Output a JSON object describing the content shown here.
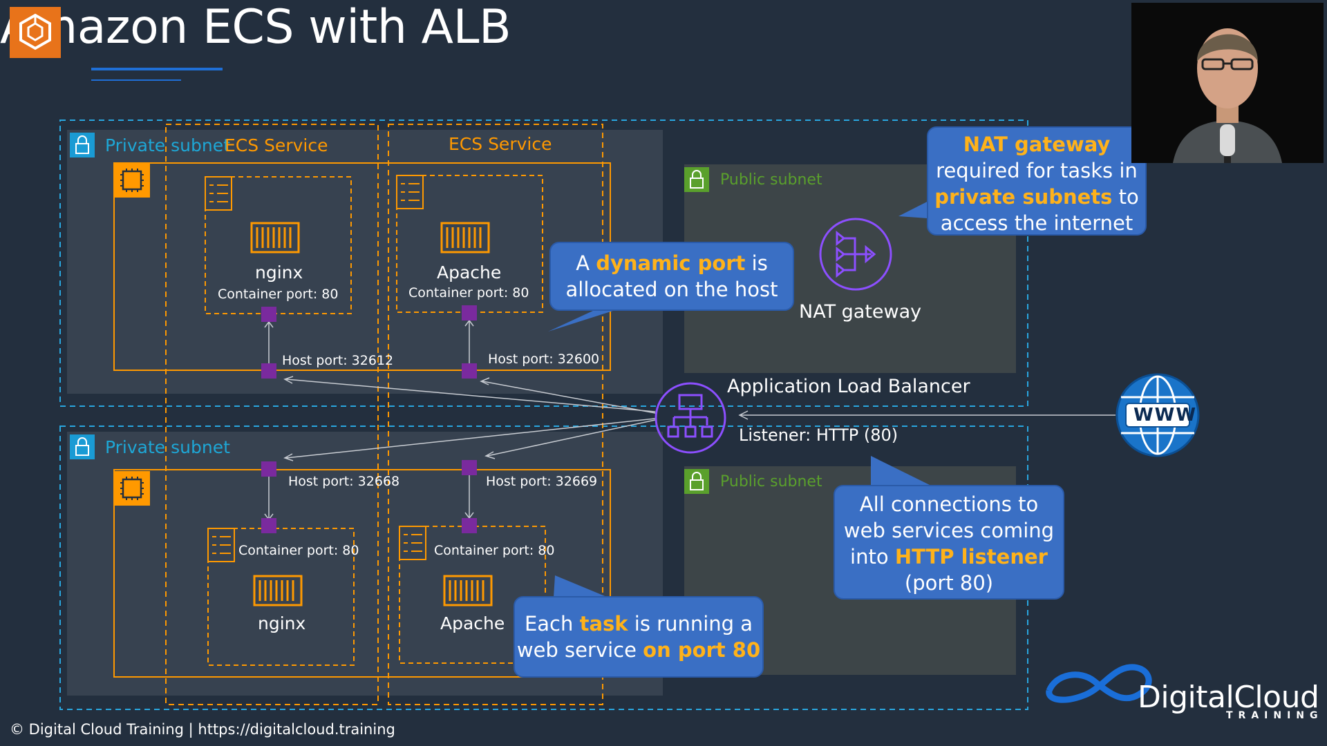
{
  "slide": {
    "title": "Amazon ECS with ALB",
    "footer": "© Digital Cloud Training  | https://digitalcloud.training"
  },
  "brand": {
    "name": "DigitalCloud",
    "tagline": "TRAINING"
  },
  "colors": {
    "background": "#232f3e",
    "orange": "#ff9900",
    "cyan": "#1ea7d6",
    "green": "#5aa02c",
    "purple": "#8c4fff",
    "callout": "#3a6fc4",
    "highlight": "#ffb21a"
  },
  "diagram": {
    "private_subnet_label": "Private subnet",
    "public_subnet_label": "Public subnet",
    "ecs_service_label": "ECS Service",
    "nat_gateway_label": "NAT gateway",
    "alb_label": "Application Load Balancer",
    "listener_label": "Listener: HTTP (80)",
    "www_label": "WWW",
    "tasks": {
      "top_left": {
        "name": "nginx",
        "container_port": "Container port: 80",
        "host_port": "Host port: 32612"
      },
      "top_right": {
        "name": "Apache",
        "container_port": "Container port: 80",
        "host_port": "Host port: 32600"
      },
      "bottom_left": {
        "name": "nginx",
        "container_port": "Container port: 80",
        "host_port": "Host port: 32668"
      },
      "bottom_right": {
        "name": "Apache",
        "container_port": "Container port: 80",
        "host_port": "Host port: 32669"
      }
    }
  },
  "callouts": {
    "nat": {
      "l1": "NAT gateway",
      "l2": "required for tasks in",
      "l3a": "private subnets",
      "l3b": " to",
      "l4": "access the internet"
    },
    "dynamic": {
      "l1a": "A ",
      "l1b": "dynamic port",
      "l1c": " is",
      "l2": "allocated on the host"
    },
    "connections": {
      "l1": "All connections to",
      "l2": "web services coming",
      "l3a": "into ",
      "l3b": "HTTP listener",
      "l4": "(port 80)"
    },
    "task": {
      "l1a": "Each ",
      "l1b": "task",
      "l1c": " is running a",
      "l2a": "web service ",
      "l2b": "on port 80"
    }
  }
}
